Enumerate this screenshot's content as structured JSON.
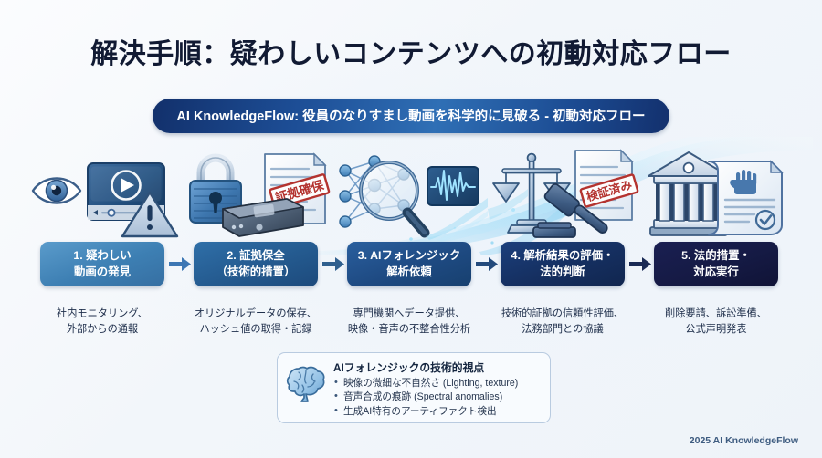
{
  "slide": {
    "title": "解決手順：疑わしいコンテンツへの初動対応フロー",
    "subtitle": "AI KnowledgeFlow: 役員のなりすまし動画を科学的に見破る - 初動対応フロー",
    "footer": "2025 AI KnowledgeFlow",
    "colors": {
      "background": "#f2f6fa",
      "title_text": "#111a33",
      "pill_dark": "#12306b",
      "pill_mid": "#2f6fb5",
      "arrow": "#3d77b4",
      "step1": "#4a8ec3",
      "step2": "#2a6398",
      "step3": "#22528c",
      "step4": "#15316a",
      "step5": "#161b47"
    }
  },
  "flow": {
    "steps": [
      {
        "id": "step-1",
        "label": "1. 疑わしい\n動画の発見",
        "line1": "1. 疑わしい",
        "line2": "動画の発見",
        "caption_line1": "社内モニタリング、",
        "caption_line2": "外部からの通報",
        "icons": [
          "eye-icon",
          "video-player-icon",
          "warning-triangle-icon"
        ]
      },
      {
        "id": "step-2",
        "label": "2. 証拠保全\n（技術的措置）",
        "line1": "2. 証拠保全",
        "line2": "（技術的措置）",
        "caption_line1": "オリジナルデータの保存、",
        "caption_line2": "ハッシュ値の取得・記録",
        "stamp": "証拠確保",
        "icons": [
          "padlock-icon",
          "storage-drive-icon",
          "document-stamp-icon"
        ]
      },
      {
        "id": "step-3",
        "label": "3. AIフォレンジック\n解析依頼",
        "line1": "3. AIフォレンジック",
        "line2": "解析依頼",
        "caption_line1": "専門機関へデータ提供、",
        "caption_line2": "映像・音声の不整合性分析",
        "icons": [
          "neural-network-icon",
          "magnifier-icon",
          "waveform-monitor-icon"
        ]
      },
      {
        "id": "step-4",
        "label": "4. 解析結果の評価・\n法的判断",
        "line1": "4. 解析結果の評価・",
        "line2": "法的判断",
        "caption_line1": "技術的証拠の信頼性評価、",
        "caption_line2": "法務部門との協議",
        "stamp": "検証済み",
        "icons": [
          "scales-of-justice-icon",
          "gavel-icon",
          "verified-document-icon"
        ]
      },
      {
        "id": "step-5",
        "label": "5. 法的措置・\n対応実行",
        "line1": "5. 法的措置・",
        "line2": "対応実行",
        "caption_line1": "削除要請、訴訟準備、",
        "caption_line2": "公式声明発表",
        "icons": [
          "courthouse-icon",
          "legal-scroll-icon",
          "check-seal-icon"
        ]
      }
    ],
    "arrow_count": 4
  },
  "info_box": {
    "icon": "brain-icon",
    "title": "AIフォレンジックの技術的視点",
    "bullets": [
      "映像の微細な不自然さ (Lighting, texture)",
      "音声合成の痕跡 (Spectral anomalies)",
      "生成AI特有のアーティファクト検出"
    ]
  }
}
